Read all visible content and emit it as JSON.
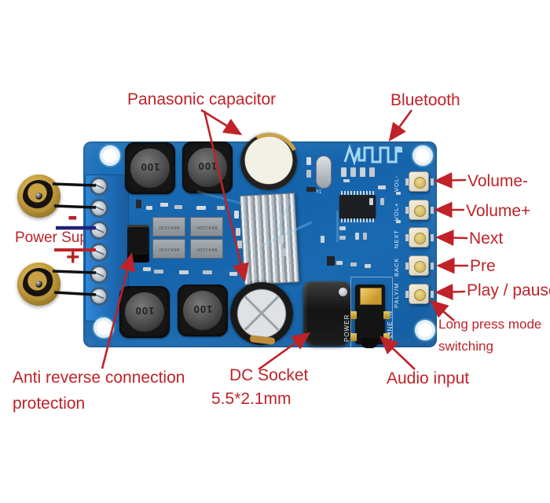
{
  "labels": {
    "panasonic_capacitor": "Panasonic capacitor",
    "bluetooth": "Bluetooth",
    "volume_minus": "Volume-",
    "volume_plus": "Volume+",
    "next": "Next",
    "pre": "Pre",
    "play_pause": "Play / pause",
    "long_press_line1": "Long press mode",
    "long_press_line2": "switching",
    "power_supply": "Power Supply",
    "minus_sign": "-",
    "plus_sign": "+",
    "anti_reverse_line1": "Anti reverse connection",
    "anti_reverse_line2": "protection",
    "dc_socket_line1": "DC Socket",
    "dc_socket_line2": "5.5*2.1mm",
    "audio_input": "Audio input"
  },
  "board_silkscreen": {
    "power": "POWER",
    "line_in": "LINE IN",
    "crystal": "Y1",
    "button_labels": [
      "VOL-",
      "VOL+",
      "NEXT",
      "BACK",
      "PALY/M"
    ]
  },
  "component_markings": {
    "inductor": "100",
    "film_capacitor": "684J100"
  },
  "colors": {
    "annotation_red": "#bf2228",
    "pcb_blue": "#1a6ab1",
    "wire_black": "#101010",
    "wire_navy": "#20207a",
    "wire_red": "#bf2228"
  }
}
